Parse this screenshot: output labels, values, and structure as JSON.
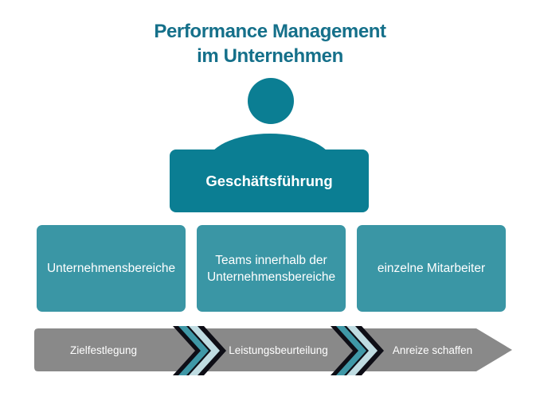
{
  "title": {
    "line1": "Performance Management",
    "line2": "im Unternehmen"
  },
  "org": {
    "top_box": {
      "label": "Geschäftsführung"
    },
    "level_boxes": [
      {
        "label": "Unternehmensbereiche"
      },
      {
        "label": "Teams innerhalb der Unternehmensbereiche"
      },
      {
        "label": "einzelne Mitarbeiter"
      }
    ]
  },
  "process": {
    "steps": [
      {
        "label": "Zielfestlegung"
      },
      {
        "label": "Leistungsbeurteilung"
      },
      {
        "label": "Anreize schaffen"
      }
    ]
  },
  "icons": {
    "person": "person-icon",
    "chevron": "chevron-double-right-icon"
  },
  "colors": {
    "title_teal": "#15708a",
    "dark_teal": "#0b7e93",
    "light_teal": "#3a96a5",
    "bar_gray": "#898989",
    "chevron_teal": "#3f98a7",
    "chevron_light": "#bfdce2",
    "chevron_dark": "#0e0e16",
    "text_white": "#ffffff"
  }
}
